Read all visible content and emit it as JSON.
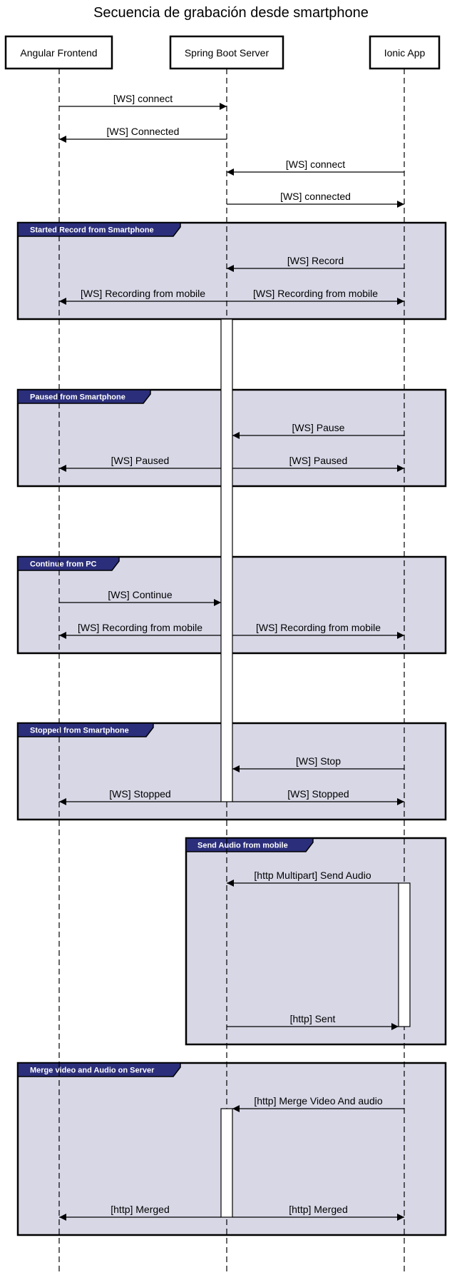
{
  "title": "Secuencia de grabación desde smartphone",
  "colors": {
    "frame_fill": "#d7d7e6",
    "frame_tab": "#2b2e7a",
    "line": "#000000",
    "activation_fill": "#ffffff"
  },
  "actors": [
    {
      "id": "angular",
      "label": "Angular Frontend"
    },
    {
      "id": "server",
      "label": "Spring Boot Server"
    },
    {
      "id": "ionic",
      "label": "Ionic App"
    }
  ],
  "frames": [
    {
      "id": "started",
      "label": "Started Record from Smartphone"
    },
    {
      "id": "paused",
      "label": "Paused from Smartphone"
    },
    {
      "id": "continue",
      "label": "Continue from PC"
    },
    {
      "id": "stopped",
      "label": "Stopped from Smartphone"
    },
    {
      "id": "send_audio",
      "label": "Send Audio from mobile"
    },
    {
      "id": "merge",
      "label": "Merge video and Audio on Server"
    }
  ],
  "messages": [
    {
      "id": "m1",
      "from": "angular",
      "to": "server",
      "label": "[WS] connect"
    },
    {
      "id": "m2",
      "from": "server",
      "to": "angular",
      "label": "[WS] Connected"
    },
    {
      "id": "m3",
      "from": "ionic",
      "to": "server",
      "label": "[WS] connect"
    },
    {
      "id": "m4",
      "from": "server",
      "to": "ionic",
      "label": "[WS] connected"
    },
    {
      "id": "m5",
      "from": "ionic",
      "to": "server",
      "label": "[WS] Record"
    },
    {
      "id": "m6",
      "from": "server",
      "to": "angular",
      "label": "[WS] Recording from mobile"
    },
    {
      "id": "m7",
      "from": "server",
      "to": "ionic",
      "label": "[WS] Recording from mobile"
    },
    {
      "id": "m8",
      "from": "ionic",
      "to": "server",
      "label": "[WS] Pause"
    },
    {
      "id": "m9",
      "from": "server",
      "to": "angular",
      "label": "[WS] Paused"
    },
    {
      "id": "m10",
      "from": "server",
      "to": "ionic",
      "label": "[WS] Paused"
    },
    {
      "id": "m11",
      "from": "angular",
      "to": "server",
      "label": "[WS] Continue"
    },
    {
      "id": "m12",
      "from": "server",
      "to": "angular",
      "label": "[WS] Recording from mobile"
    },
    {
      "id": "m13",
      "from": "server",
      "to": "ionic",
      "label": "[WS] Recording from mobile"
    },
    {
      "id": "m14",
      "from": "ionic",
      "to": "server",
      "label": "[WS] Stop"
    },
    {
      "id": "m15",
      "from": "server",
      "to": "angular",
      "label": "[WS] Stopped"
    },
    {
      "id": "m16",
      "from": "server",
      "to": "ionic",
      "label": "[WS] Stopped"
    },
    {
      "id": "m17",
      "from": "ionic",
      "to": "server",
      "label": "[http Multipart] Send Audio"
    },
    {
      "id": "m18",
      "from": "server",
      "to": "ionic",
      "label": "[http] Sent"
    },
    {
      "id": "m19",
      "from": "ionic",
      "to": "server",
      "label": "[http] Merge Video And audio"
    },
    {
      "id": "m20",
      "from": "server",
      "to": "angular",
      "label": "[http] Merged"
    },
    {
      "id": "m21",
      "from": "server",
      "to": "ionic",
      "label": "[http] Merged"
    }
  ]
}
